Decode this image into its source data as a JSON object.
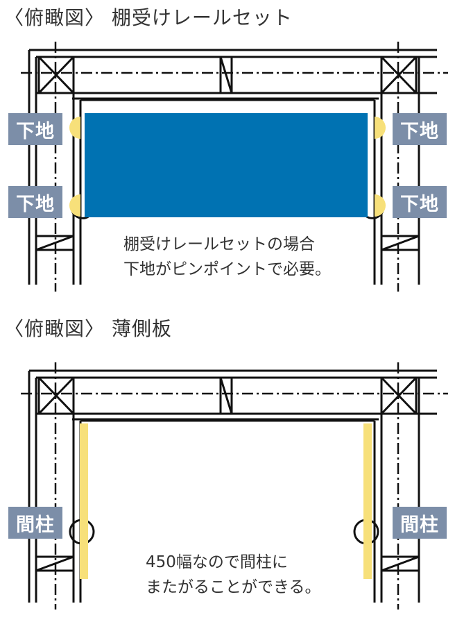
{
  "top": {
    "title": "〈俯瞰図〉 棚受けレールセット",
    "labels": {
      "left_upper": "下地",
      "left_lower": "下地",
      "right_upper": "下地",
      "right_lower": "下地"
    },
    "caption": {
      "line1": "棚受けレールセットの場合",
      "line2": "下地がピンポイントで必要。"
    }
  },
  "bottom": {
    "title": "〈俯瞰図〉 薄側板",
    "labels": {
      "left": "間柱",
      "right": "間柱"
    },
    "caption": {
      "line1": "450幅なので間柱に",
      "line2": "またがることができる。"
    }
  },
  "colors": {
    "line": "#111111",
    "shelf_fill": "#0072b2",
    "marker_yellow": "#f7e07a",
    "label_bg": "#7c8ea8",
    "label_text": "#ffffff"
  }
}
